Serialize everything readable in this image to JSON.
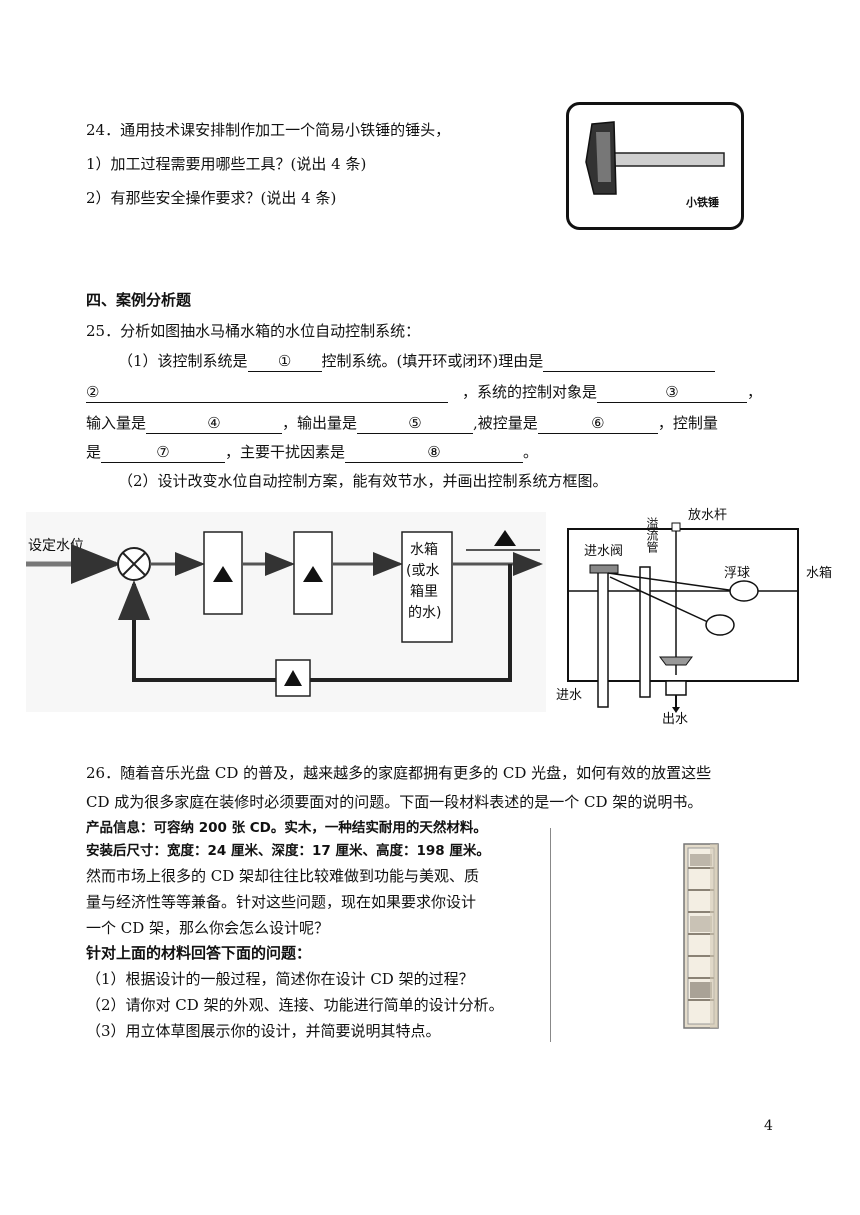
{
  "q24": {
    "title": "24．通用技术课安排制作加工一个简易小铁锤的锤头，",
    "p1": "1）加工过程需要用哪些工具？(说出 4 条)",
    "p2": "2）有那些安全操作要求？(说出 4 条)",
    "image_label": "小铁锤"
  },
  "section4": {
    "heading": "四、案例分析题"
  },
  "q25": {
    "title": "25．分析如图抽水马桶水箱的水位自动控制系统：",
    "s1_a": "（1）该控制系统是",
    "b1": "①",
    "s1_b": "控制系统。(填开环或闭环)理由是",
    "b2": "②",
    "s2_a": "，系统的控制对象是",
    "b3": "③",
    "s2_b": "，",
    "s3_a": "输入量是",
    "b4": "④",
    "s3_b": "，输出量是",
    "b5": "⑤",
    "s3_c": ",被控量是",
    "b6": "⑥",
    "s3_d": "，控制量",
    "s4_a": "是",
    "b7": "⑦",
    "s4_b": "，主要干扰因素是",
    "b8": "⑧",
    "s4_c": "。",
    "p2": "（2）设计改变水位自动控制方案，能有效节水，并画出控制系统方框图。"
  },
  "block_diagram": {
    "input_label": "设定水位",
    "plant_line1": "水箱",
    "plant_line2": "(或水",
    "plant_line3": "箱里",
    "plant_line4": "的水)"
  },
  "tank_diagram": {
    "lever": "放水杆",
    "inlet_valve": "进水阀",
    "overflow_pipe": "溢流管",
    "float": "浮球",
    "tank": "水箱",
    "water_in": "进水",
    "water_out": "出水"
  },
  "q26": {
    "intro1": "26．随着音乐光盘 CD 的普及，越来越多的家庭都拥有更多的 CD 光盘，如何有效的放置这些",
    "intro2": "CD 成为很多家庭在装修时必须要面对的问题。下面一段材料表述的是一个 CD 架的说明书。",
    "info1": "产品信息：可容纳 200 张 CD。实木，一种结实耐用的天然材料。",
    "info2": "安装后尺寸：宽度：24 厘米、深度：17 厘米、高度：198 厘米。",
    "body1": "然而市场上很多的 CD 架却往往比较难做到功能与美观、质",
    "body2": "量与经济性等等兼备。针对这些问题，现在如果要求你设计",
    "body3": "一个 CD 架，那么你会怎么设计呢？",
    "ask": "针对上面的材料回答下面的问题：",
    "a1": "（1）根据设计的一般过程，简述你在设计 CD 架的过程？",
    "a2": "（2）请你对 CD 架的外观、连接、功能进行简单的设计分析。",
    "a3": "（3）用立体草图展示你的设计，并简要说明其特点。"
  },
  "page_number": "4"
}
